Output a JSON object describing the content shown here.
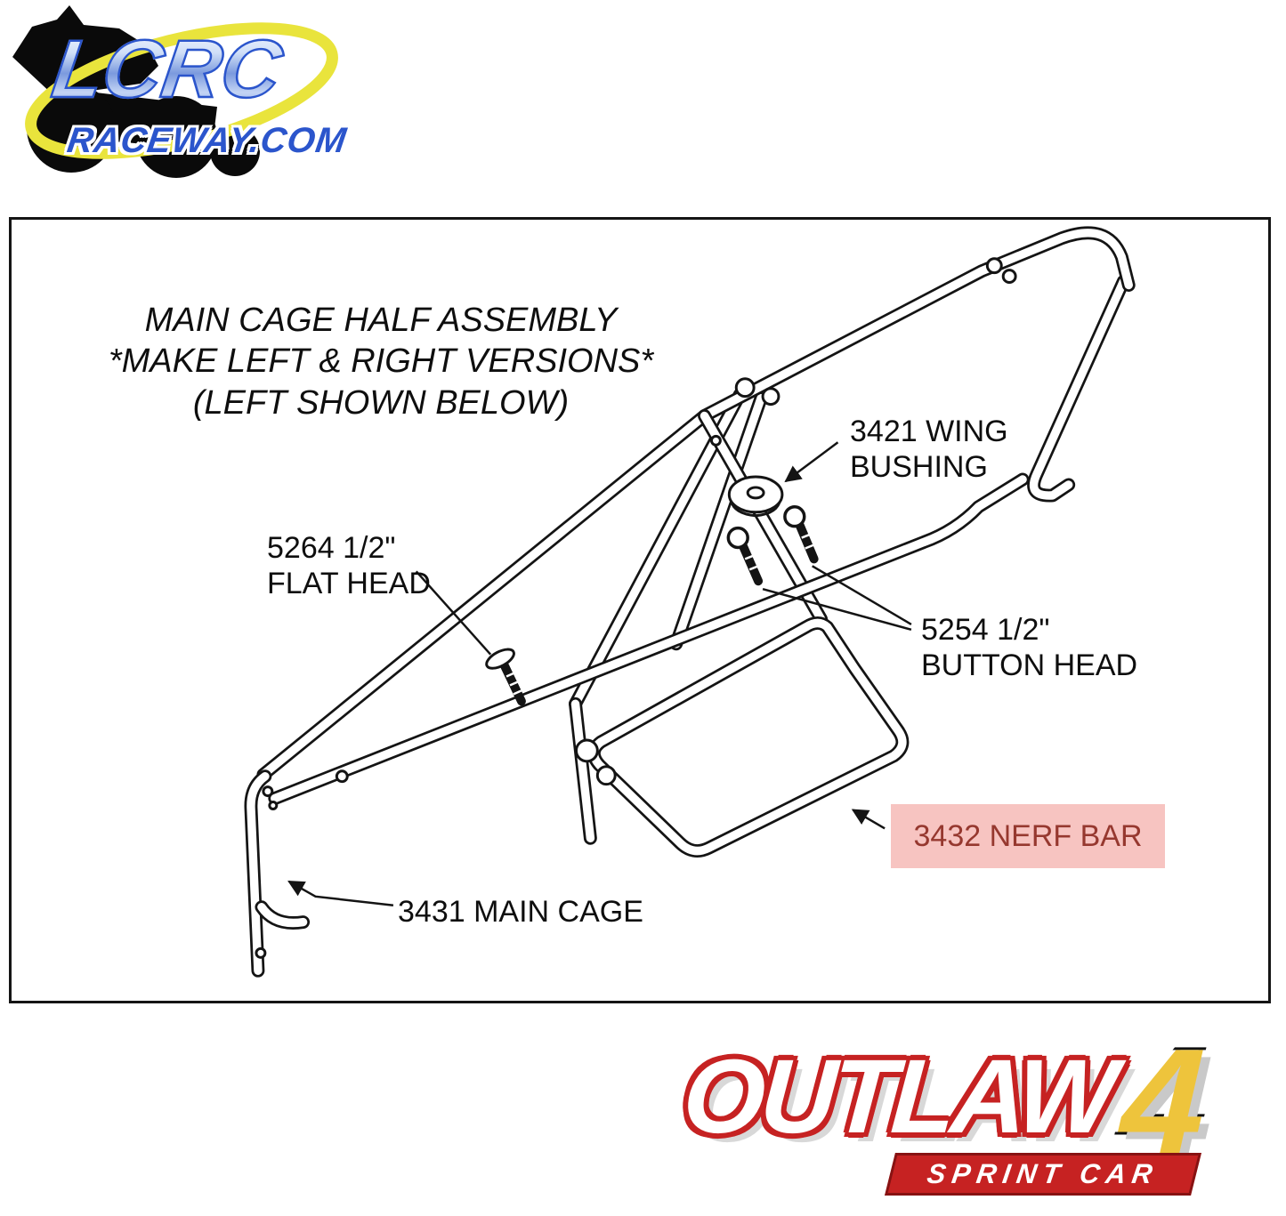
{
  "lcrc_logo": {
    "name": "LCRC",
    "domain": "RACEWAY.COM"
  },
  "diagram": {
    "title": [
      "MAIN CAGE HALF ASSEMBLY",
      "*MAKE LEFT & RIGHT VERSIONS*",
      "(LEFT SHOWN BELOW)"
    ],
    "labels": {
      "wing_bushing": [
        "3421 WING",
        "BUSHING"
      ],
      "flat_head": [
        "5264 1/2\"",
        "FLAT HEAD"
      ],
      "button_head": [
        "5254 1/2\"",
        "BUTTON HEAD"
      ],
      "nerf_bar": "3432 NERF BAR",
      "main_cage": "3431 MAIN CAGE"
    },
    "highlight": {
      "background": "#f7c4c1",
      "text_color": "#96382f"
    }
  },
  "outlaw_logo": {
    "word": "OUTLAW",
    "number": "4",
    "subtitle": "SPRINT CAR"
  }
}
